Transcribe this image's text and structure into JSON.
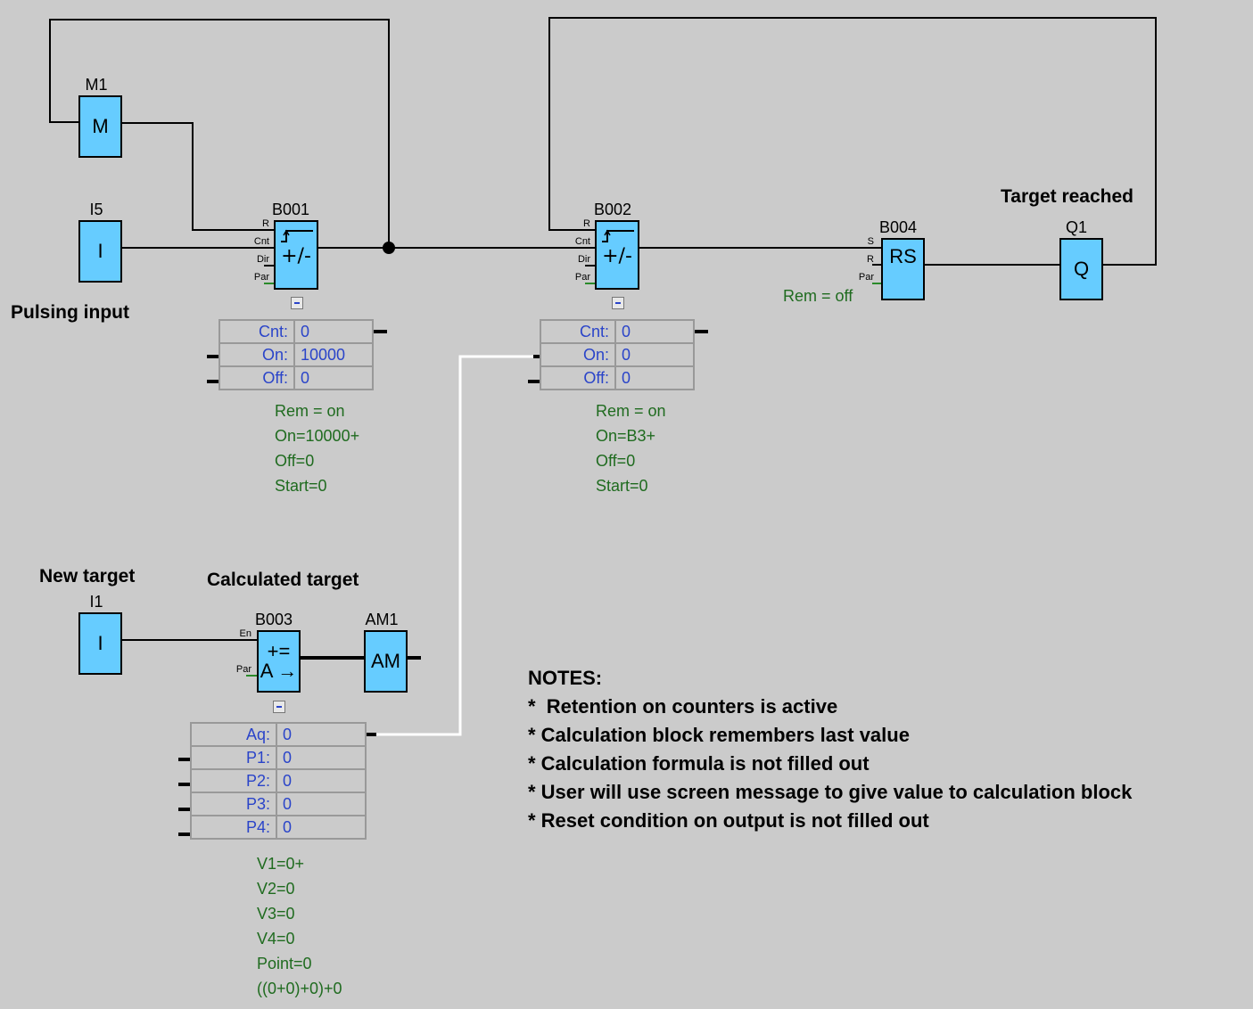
{
  "labels": {
    "pulsing_input": "Pulsing input",
    "target_reached": "Target reached",
    "new_target": "New target",
    "calculated_target": "Calculated target"
  },
  "blocks": {
    "M1": {
      "name": "M1",
      "symbol": "M"
    },
    "I5": {
      "name": "I5",
      "symbol": "I"
    },
    "B001": {
      "name": "B001",
      "symbol": "+/-",
      "pins": [
        "R",
        "Cnt",
        "Dir",
        "Par"
      ],
      "params": [
        {
          "key": "Cnt:",
          "value": "0"
        },
        {
          "key": "On:",
          "value": "10000"
        },
        {
          "key": "Off:",
          "value": "0"
        }
      ],
      "notes": [
        "Rem = on",
        "On=10000+",
        "Off=0",
        "Start=0"
      ]
    },
    "B002": {
      "name": "B002",
      "symbol": "+/-",
      "pins": [
        "R",
        "Cnt",
        "Dir",
        "Par"
      ],
      "params": [
        {
          "key": "Cnt:",
          "value": "0"
        },
        {
          "key": "On:",
          "value": "0"
        },
        {
          "key": "Off:",
          "value": "0"
        }
      ],
      "notes": [
        "Rem = on",
        "On=B3+",
        "Off=0",
        "Start=0"
      ]
    },
    "B004": {
      "name": "B004",
      "symbol": "RS",
      "pins": [
        "S",
        "R",
        "Par"
      ],
      "notes": [
        "Rem = off"
      ]
    },
    "Q1": {
      "name": "Q1",
      "symbol": "Q"
    },
    "I1": {
      "name": "I1",
      "symbol": "I"
    },
    "B003": {
      "name": "B003",
      "symbol_top": "+=",
      "symbol_bottom": "A →",
      "pins": [
        "En",
        "Par"
      ],
      "params": [
        {
          "key": "Aq:",
          "value": "0"
        },
        {
          "key": "P1:",
          "value": "0"
        },
        {
          "key": "P2:",
          "value": "0"
        },
        {
          "key": "P3:",
          "value": "0"
        },
        {
          "key": "P4:",
          "value": "0"
        }
      ],
      "notes": [
        "V1=0+",
        "V2=0",
        "V3=0",
        "V4=0",
        "Point=0",
        "((0+0)+0)+0"
      ]
    },
    "AM1": {
      "name": "AM1",
      "symbol": "AM"
    }
  },
  "notes": {
    "title": "NOTES:",
    "items": [
      "*  Retention on counters is active",
      "* Calculation block remembers last value",
      "* Calculation formula is not filled out",
      "* User will use screen message to give value to calculation block",
      "* Reset condition on output is not filled out"
    ]
  },
  "colors": {
    "block_fill": "#66ccff",
    "background": "#cbcbcb",
    "param_text": "#2a44c9",
    "note_text": "#1f6b1f",
    "selected_wire": "#ffffff"
  }
}
